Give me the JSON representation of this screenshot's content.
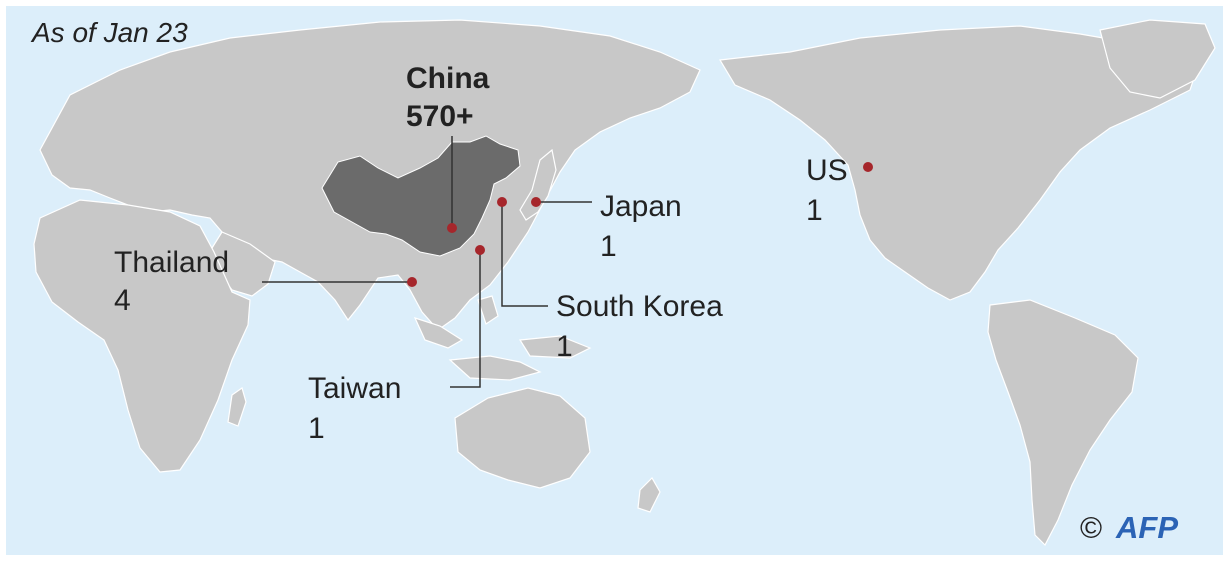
{
  "date_label": "As of Jan 23",
  "colors": {
    "ocean": "#dceefa",
    "land": "#c8c8c8",
    "highlight": "#6b6b6b",
    "marker": "#a6262b",
    "leader": "#333333",
    "text": "#222222",
    "logo": "#2b63b5"
  },
  "countries": [
    {
      "id": "china",
      "name": "China",
      "count": "570+",
      "highlight": true
    },
    {
      "id": "thailand",
      "name": "Thailand",
      "count": "4"
    },
    {
      "id": "japan",
      "name": "Japan",
      "count": "1"
    },
    {
      "id": "south-korea",
      "name": "South Korea",
      "count": "1"
    },
    {
      "id": "taiwan",
      "name": "Taiwan",
      "count": "1"
    },
    {
      "id": "us",
      "name": "US",
      "count": "1"
    }
  ],
  "credit": {
    "symbol": "©",
    "logo": "AFP"
  }
}
